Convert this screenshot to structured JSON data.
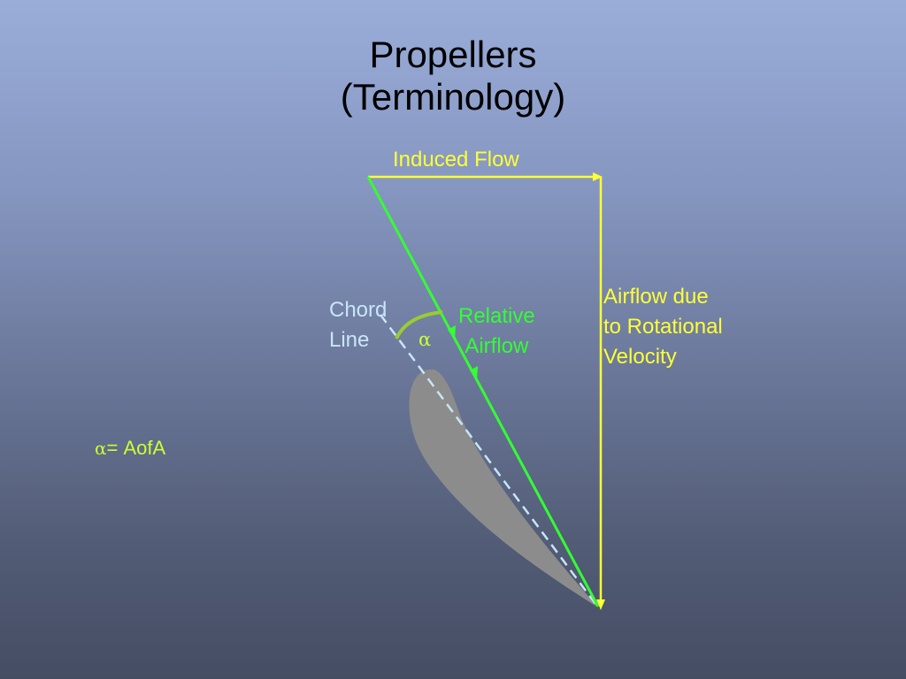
{
  "slide": {
    "title_line1": "Propellers",
    "title_line2": "(Terminology)"
  },
  "labels": {
    "induced_flow": "Induced Flow",
    "chord_line_1": "Chord",
    "chord_line_2": "Line",
    "relative_airflow_1": "Relative",
    "relative_airflow_2": "Airflow",
    "rotational_1": "Airflow due",
    "rotational_2": "to Rotational",
    "rotational_3": "Velocity",
    "alpha": "α",
    "aofa_symbol": "α",
    "aofa_text": "= AofA"
  },
  "colors": {
    "title": "#000000",
    "induced_flow": "#ffff33",
    "rotational_velocity": "#ffff33",
    "relative_airflow": "#33ff33",
    "chord_line": "#c8e6f5",
    "angle_arc": "#99cc33",
    "airfoil": "#8c8c8c",
    "aofa": "#ccff33"
  }
}
